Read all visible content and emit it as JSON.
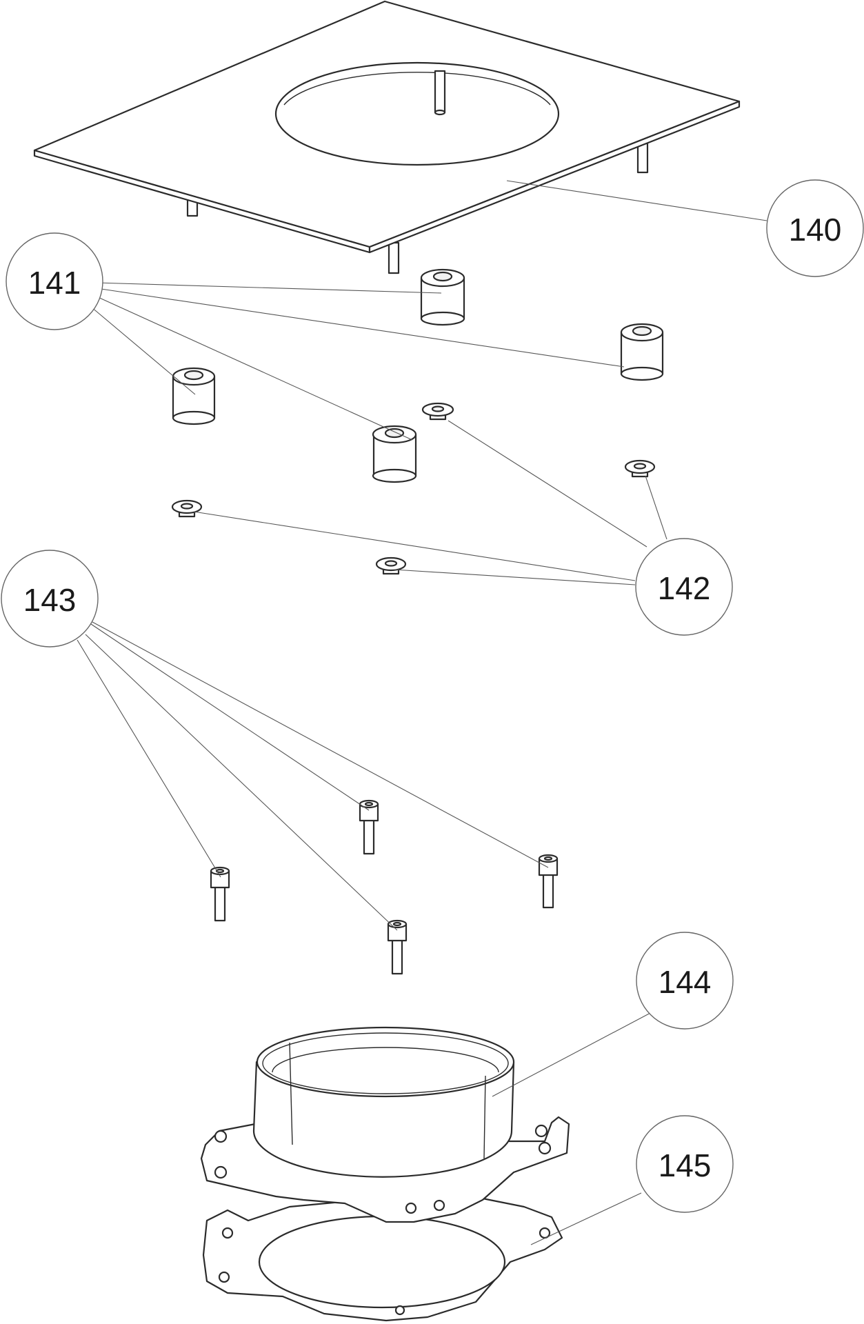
{
  "callouts": [
    {
      "id": "140",
      "label": "140"
    },
    {
      "id": "141",
      "label": "141"
    },
    {
      "id": "142",
      "label": "142"
    },
    {
      "id": "143",
      "label": "143"
    },
    {
      "id": "144",
      "label": "144"
    },
    {
      "id": "145",
      "label": "145"
    }
  ]
}
